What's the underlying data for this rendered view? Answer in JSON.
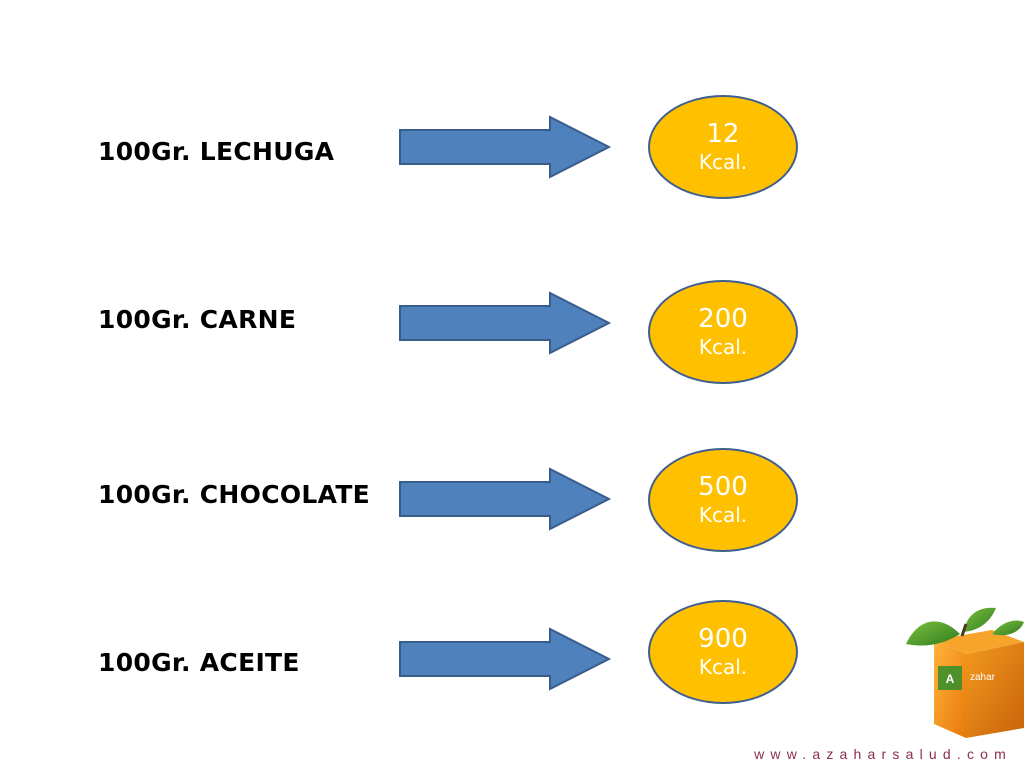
{
  "rows": [
    {
      "food": "100Gr. LECHUGA",
      "value": "12",
      "unit": "Kcal."
    },
    {
      "food": "100Gr. CARNE",
      "value": "200",
      "unit": "Kcal."
    },
    {
      "food": "100Gr. CHOCOLATE",
      "value": "500",
      "unit": "Kcal."
    },
    {
      "food": "100Gr. ACEITE",
      "value": "900",
      "unit": "Kcal."
    }
  ],
  "logo": {
    "text": "zahar",
    "icon": "orange-cube-logo-icon"
  },
  "footer": {
    "website": "www.azaharsalud.com"
  },
  "colors": {
    "arrow_fill": "#4f81bd",
    "arrow_stroke": "#385d8a",
    "badge_fill": "#ffc000",
    "badge_stroke": "#3f5f8f",
    "badge_text": "#ffffff",
    "website_text": "#8c2f4a"
  }
}
